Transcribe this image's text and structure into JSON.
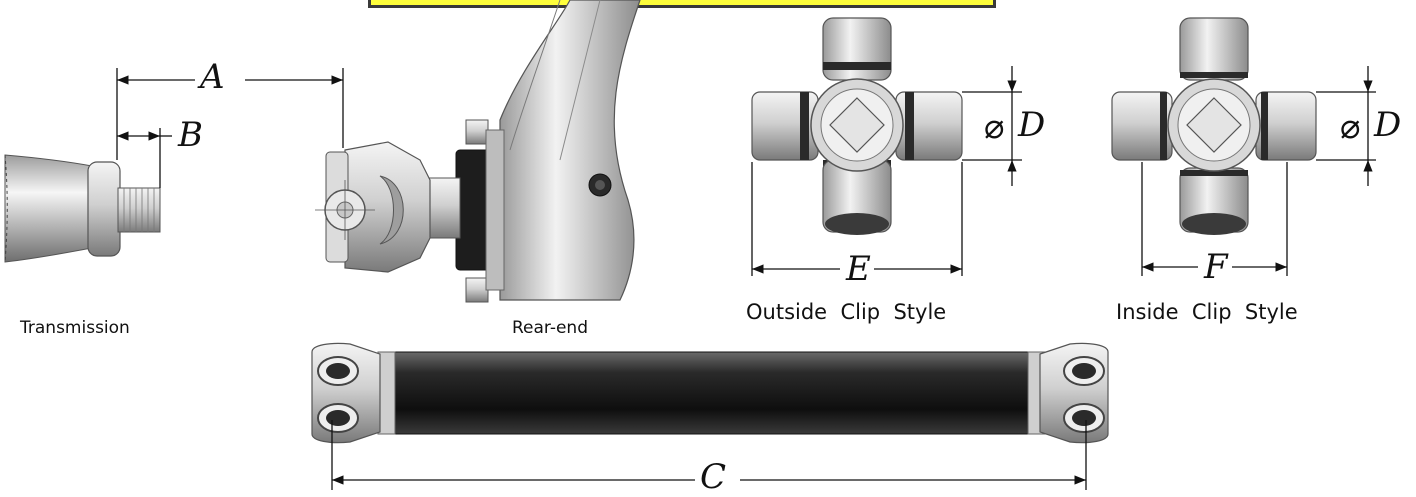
{
  "labels": {
    "A": "A",
    "B": "B",
    "C": "C",
    "D": "D",
    "E": "E",
    "F": "F",
    "diameter_symbol": "⌀"
  },
  "captions": {
    "transmission": "Transmission",
    "rear_end": "Rear-end",
    "outside_clip": "Outside  Clip  Style",
    "inside_clip": "Inside  Clip  Style"
  },
  "colors": {
    "banner_fill": "#ffff3c",
    "banner_border": "#3a3a3a",
    "line": "#111111",
    "tube": "#1a1a1a",
    "metal_light": "#e8e8e8",
    "metal_dark": "#8a8a8a"
  }
}
